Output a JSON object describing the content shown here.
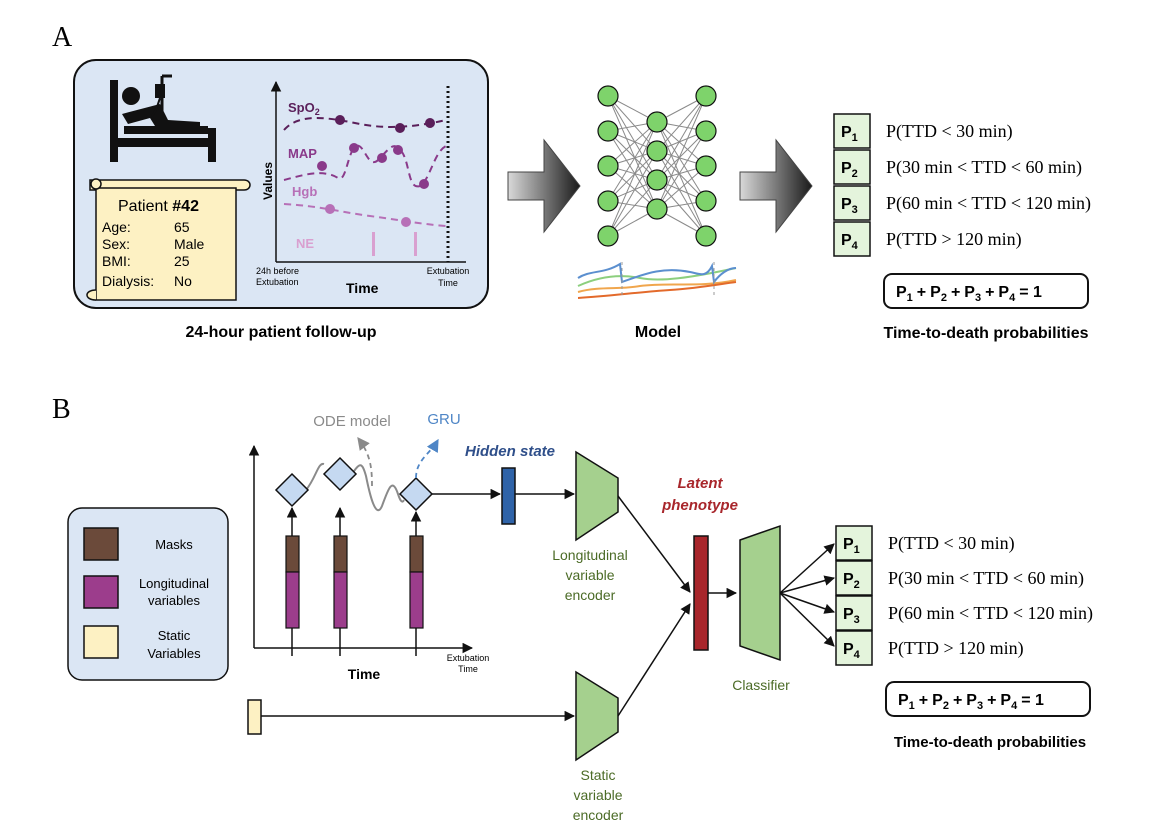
{
  "panel_a": {
    "letter": "A",
    "patient": {
      "title": "Patient ",
      "id": "#42",
      "fields": [
        {
          "label": "Age:",
          "value": "65"
        },
        {
          "label": "Sex:",
          "value": "Male"
        },
        {
          "label": "BMI:",
          "value": "25"
        },
        {
          "label": "Dialysis:",
          "value": "No"
        }
      ]
    },
    "plot": {
      "series": [
        "SpO",
        "MAP",
        "Hgb",
        "NE"
      ],
      "spo2_sub": "2",
      "y_label": "Values",
      "x_label": "Time",
      "left_note": [
        "24h before",
        "Extubation"
      ],
      "right_note": [
        "Extubation",
        "Time"
      ]
    },
    "caption_followup": "24-hour patient follow-up",
    "caption_model": "Model",
    "caption_probs": "Time-to-death probabilities",
    "probs": [
      {
        "p": "P",
        "sub": "1",
        "text": "P(TTD < 30 min)"
      },
      {
        "p": "P",
        "sub": "2",
        "text": "P(30 min < TTD < 60 min)"
      },
      {
        "p": "P",
        "sub": "3",
        "text": "P(60 min < TTD < 120 min)"
      },
      {
        "p": "P",
        "sub": "4",
        "text": "P(TTD > 120 min)"
      }
    ],
    "sum_terms": [
      "P",
      "1",
      "+",
      "P",
      "2",
      "+",
      "P",
      "3",
      "+",
      "P",
      "4",
      "= 1"
    ]
  },
  "panel_b": {
    "letter": "B",
    "legend": [
      {
        "label": [
          "Masks"
        ],
        "color": "#6b4a3a"
      },
      {
        "label": [
          "Longitudinal",
          "variables"
        ],
        "color": "#9c3d8c"
      },
      {
        "label": [
          "Static",
          "Variables"
        ],
        "color": "#fdf1c3"
      }
    ],
    "ode_label": "ODE model",
    "gru_label": "GRU",
    "hidden_state": "Hidden state",
    "latent": [
      "Latent",
      "phenotype"
    ],
    "long_encoder": [
      "Longitudinal",
      "variable",
      "encoder"
    ],
    "static_encoder": [
      "Static",
      "variable",
      "encoder"
    ],
    "classifier": "Classifier",
    "x_label": "Time",
    "extubation": [
      "Extubation",
      "Time"
    ],
    "probs": [
      {
        "p": "P",
        "sub": "1",
        "text": "P(TTD < 30 min)"
      },
      {
        "p": "P",
        "sub": "2",
        "text": "P(30 min < TTD < 60 min)"
      },
      {
        "p": "P",
        "sub": "3",
        "text": "P(60 min < TTD < 120 min)"
      },
      {
        "p": "P",
        "sub": "4",
        "text": "P(TTD > 120 min)"
      }
    ],
    "caption_probs": "Time-to-death probabilities"
  },
  "colors": {
    "panel_bg": "#dbe6f4",
    "scroll": "#fdf1c3",
    "purple_dark": "#5a1f5a",
    "purple_mid": "#8a3a8a",
    "purple_light": "#b770b7",
    "pink": "#d9a0d0",
    "node_green": "#7ed36b",
    "prob_box": "#e4f4dc",
    "encoder_green": "#a5d08e",
    "latent_red": "#a8262b",
    "hidden_blue": "#2f63a8",
    "diamond_blue": "#c5d9f1",
    "gru_blue": "#4f86c6",
    "ode_gray": "#8a8a8a",
    "label_green": "#4b6b26"
  }
}
